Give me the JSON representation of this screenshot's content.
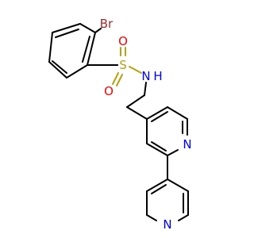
{
  "molecule": {
    "atoms": {
      "br": "Br",
      "s": "S",
      "o1": "O",
      "o2": "O",
      "nh": "N",
      "h": "H",
      "n_pyr_a": "N",
      "n_pyr_b": "N"
    },
    "colors": {
      "bromine": "#a62929",
      "sulfur": "#b8a10f",
      "oxygen": "#ff0000",
      "nitrogen": "#0000ff",
      "carbon": "#000000"
    }
  }
}
